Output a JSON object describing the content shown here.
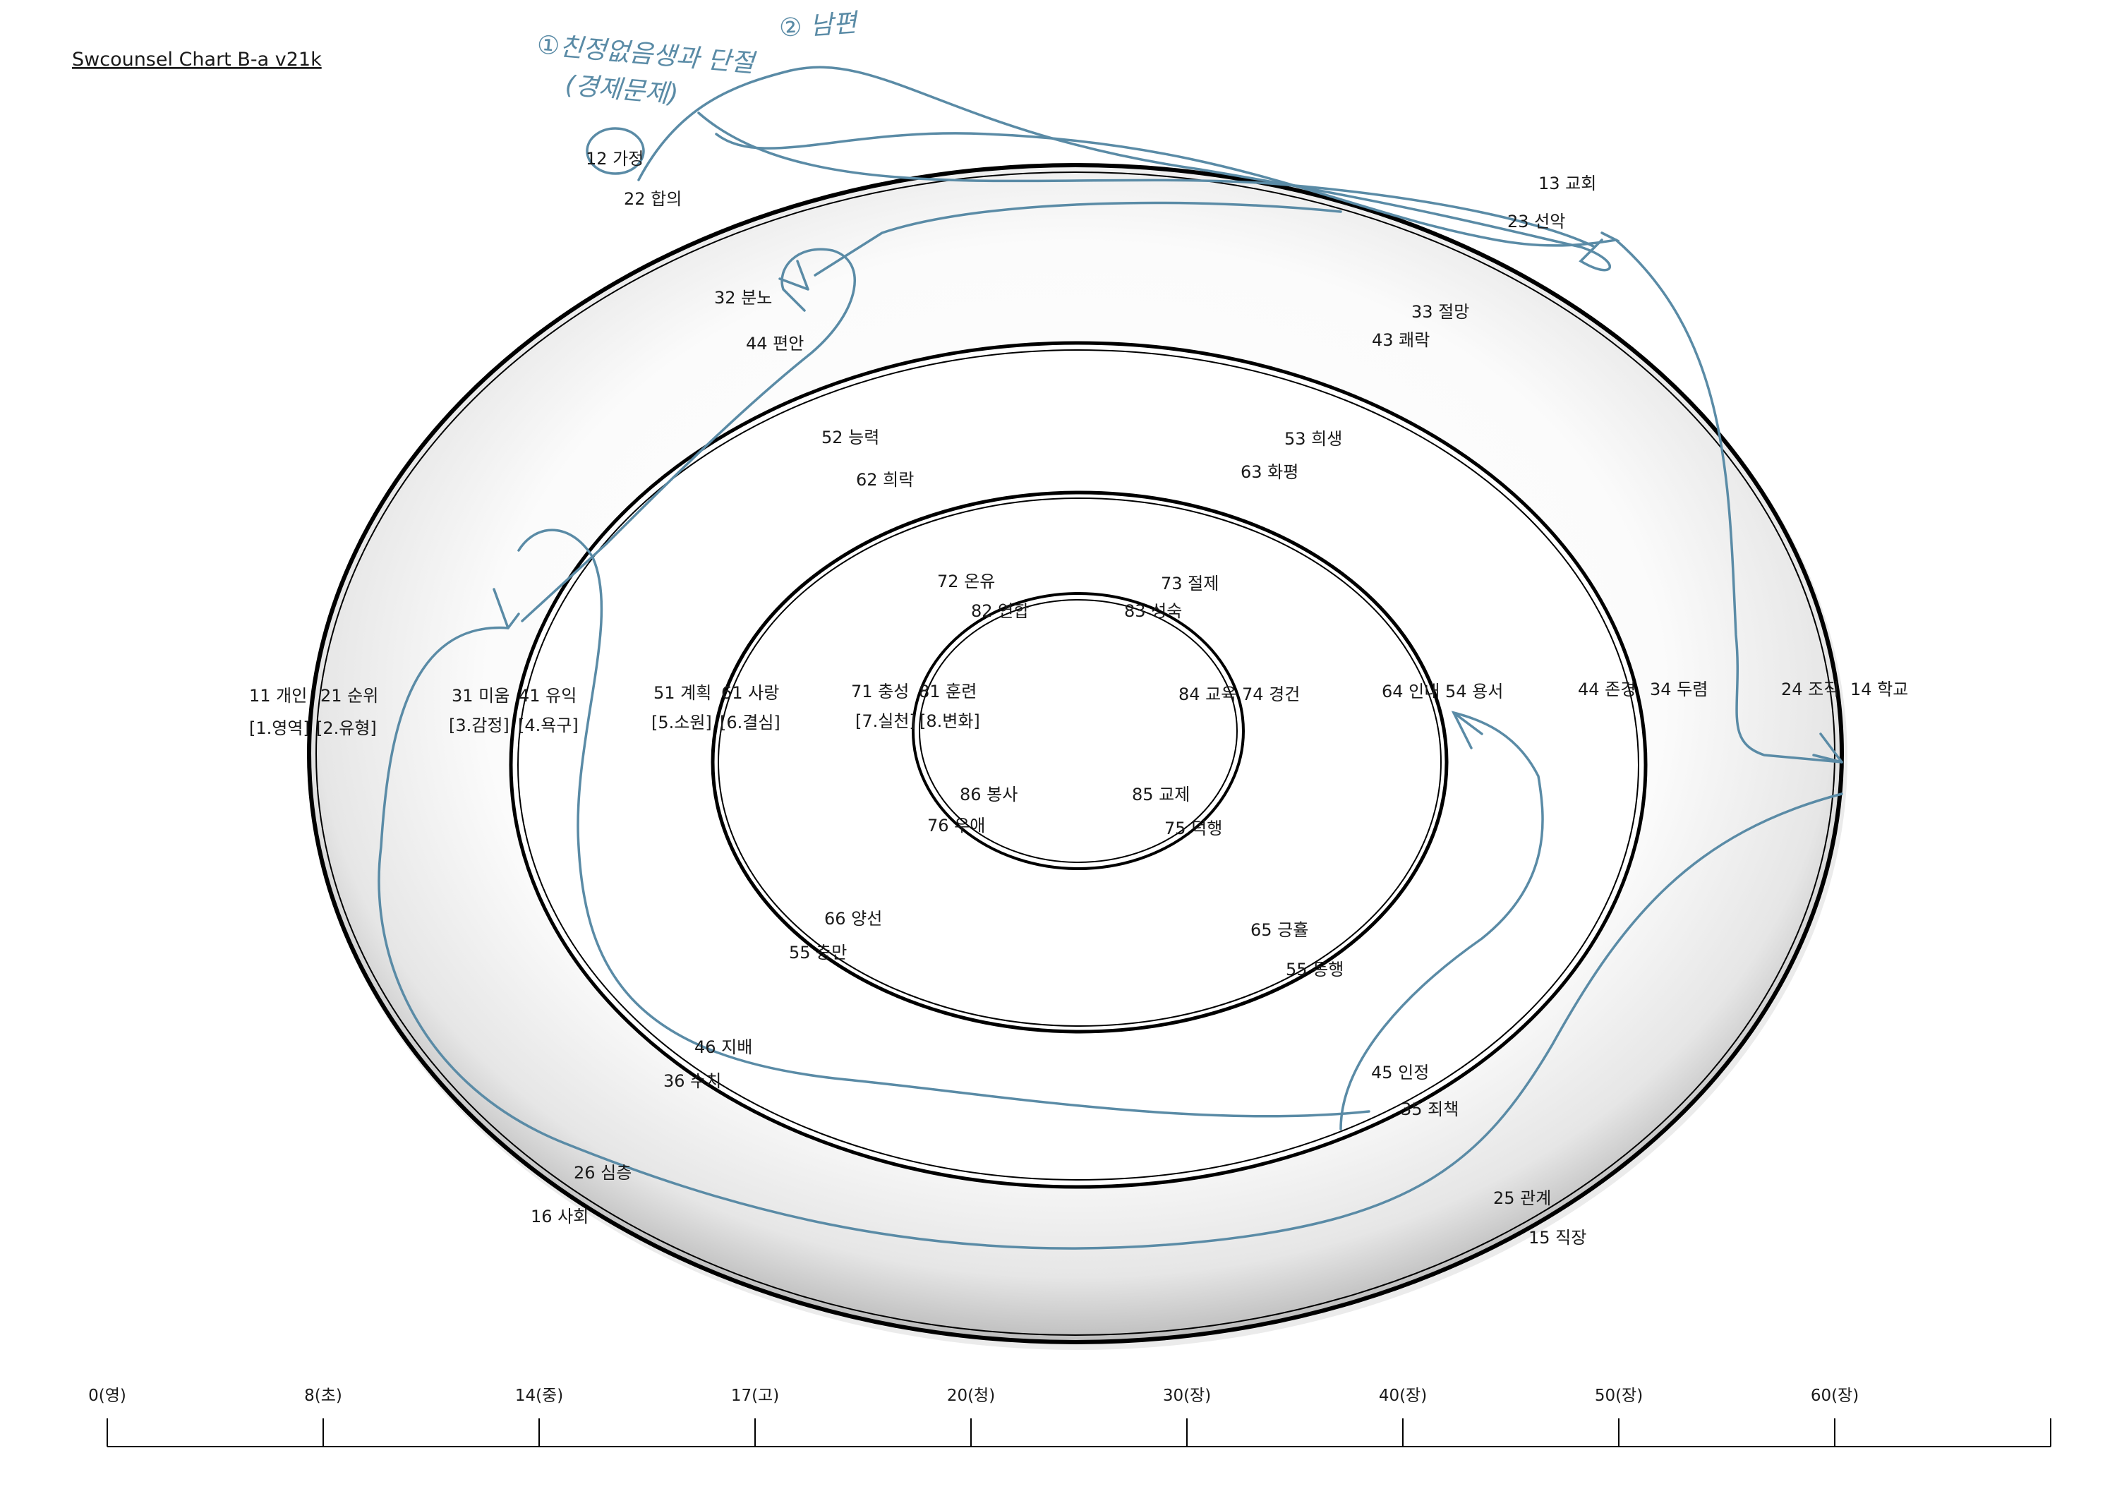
{
  "title": "Swcounsel Chart B-a v21k",
  "handwriting": {
    "note1_line1": "①친정없음생과 단절",
    "note1_line2": "(경제문제)",
    "note2": "② 남편"
  },
  "colors": {
    "ink": "#1a1a1a",
    "annotation": "#5a8ba6",
    "background": "#ffffff"
  },
  "labels": {
    "l12": "12 가정",
    "l22": "22 합의",
    "l13": "13 교회",
    "l23": "23 선악",
    "l32": "32 분노",
    "l44a": "44 편안",
    "l33": "33 절망",
    "l43": "43 쾌락",
    "l52": "52 능력",
    "l62": "62 희락",
    "l53": "53 희생",
    "l63": "63 화평",
    "l72": "72 온유",
    "l82": "82 연합",
    "l73": "73 절제",
    "l83": "83 성숙",
    "l11": "11 개인",
    "l21": "21 순위",
    "l1": "[1.영역]",
    "l2": "[2.유형]",
    "l31": "31 미움",
    "l41": "41 유익",
    "l3": "[3.감정]",
    "l4": "[4.욕구]",
    "l51": "51 계획",
    "l61": "61 사랑",
    "l5": "[5.소원]",
    "l6": "[6.결심]",
    "l71": "71 충성",
    "l81": "81 훈련",
    "l7": "[7.실천]",
    "l8": "[8.변화]",
    "l84": "84 교육",
    "l74": "74 경건",
    "l64": "64 인내",
    "l54": "54 용서",
    "l44b": "44 존경",
    "l34": "34 두렴",
    "l24": "24 조직",
    "l14": "14 학교",
    "l86": "86 봉사",
    "l76": "76 우애",
    "l85": "85 교제",
    "l75": "75 덕행",
    "l66": "66 양선",
    "l55a": "55 충만",
    "l65": "65 긍휼",
    "l55b": "55 동행",
    "l46": "46 지배",
    "l36": "36 수치",
    "l45": "45 인정",
    "l35": "35 죄책",
    "l26": "26 심층",
    "l16": "16 사회",
    "l25": "25 관계",
    "l15": "15 직장"
  },
  "timeline": {
    "ticks": [
      "0(영)",
      "8(초)",
      "14(중)",
      "17(고)",
      "20(청)",
      "30(장)",
      "40(장)",
      "50(장)",
      "60(장)"
    ]
  }
}
